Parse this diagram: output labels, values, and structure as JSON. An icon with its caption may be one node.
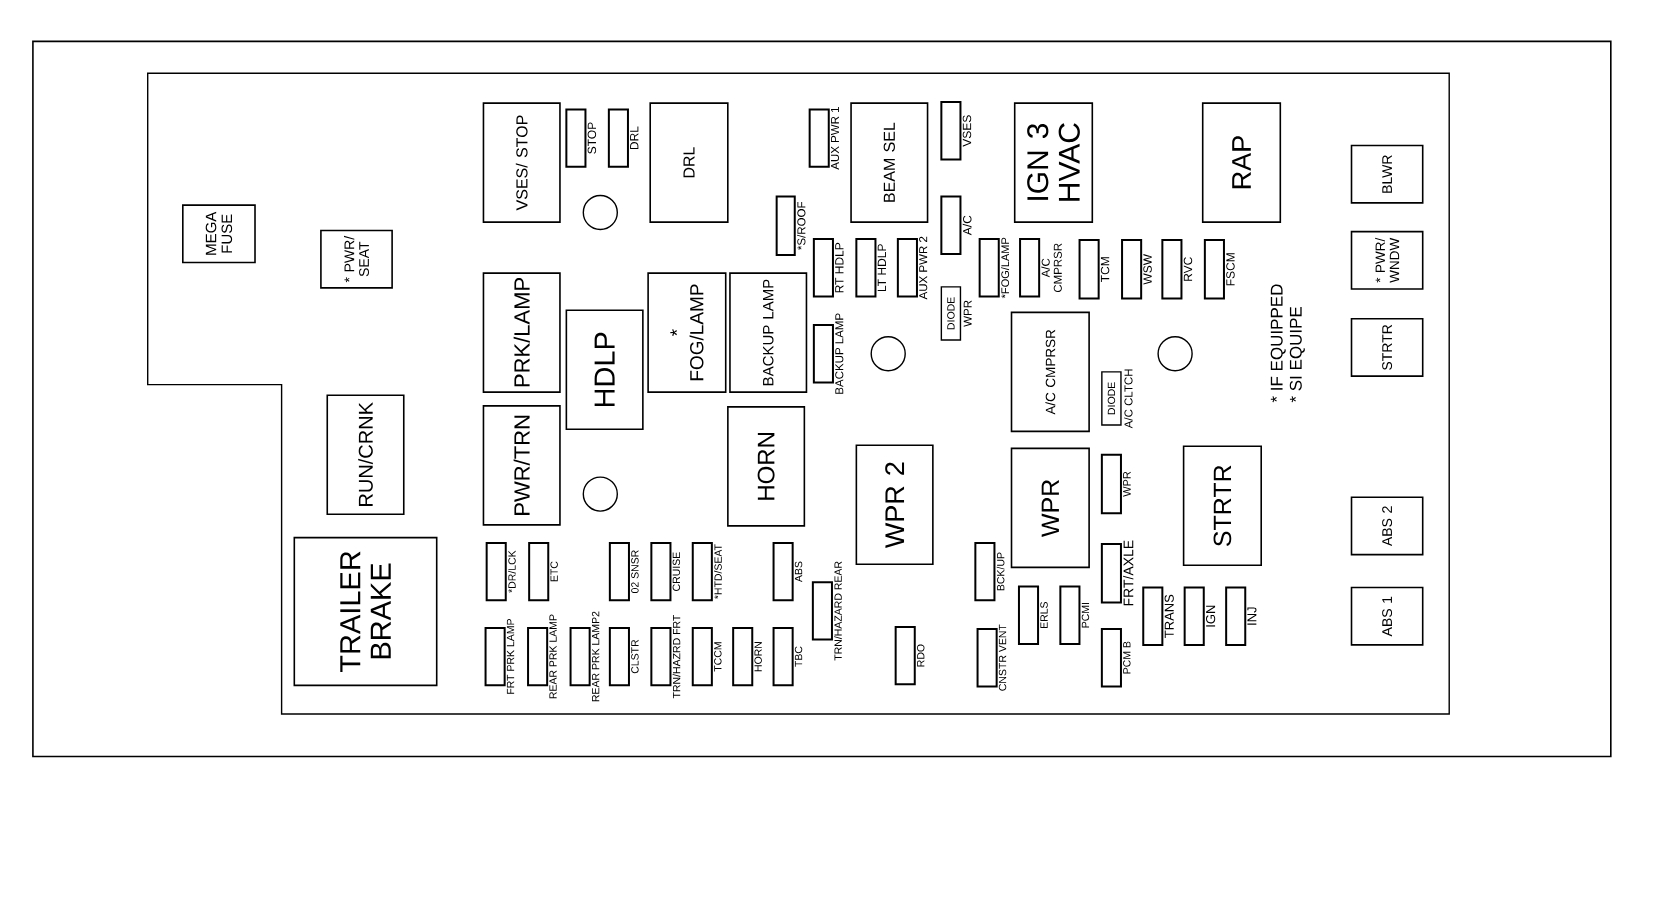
{
  "diagram": {
    "nodes": [
      {
        "text": [
          "MEGA FUSE"
        ]
      },
      {
        "text": [
          "* PWR/ SEAT"
        ]
      },
      {
        "text": [
          "VSES/ STOP"
        ]
      },
      {
        "text": [
          "STOP"
        ]
      },
      {
        "text": [
          "DRL"
        ]
      },
      {
        "text": [
          "DRL"
        ]
      },
      {
        "text": [
          "AUX PWR 1"
        ]
      },
      {
        "text": [
          "BEAM SEL"
        ]
      },
      {
        "text": [
          "VSES"
        ]
      },
      {
        "text": [
          "IGN 3 HVAC"
        ]
      },
      {
        "text": [
          "RAP"
        ]
      },
      {
        "text": [
          "BLWR"
        ]
      },
      {
        "text": [
          "*S/ROOF"
        ]
      },
      {
        "text": [
          "A/C"
        ]
      },
      {
        "text": [
          "* PWR/ WNDW"
        ]
      },
      {
        "text": [
          "RT HDLP"
        ]
      },
      {
        "text": [
          "LT HDLP"
        ]
      },
      {
        "text": [
          "AUX PWR 2"
        ]
      },
      {
        "text": [
          "*FOG/LAMP"
        ]
      },
      {
        "text": [
          "A/C CMPRSR"
        ]
      },
      {
        "text": [
          "TCM"
        ]
      },
      {
        "text": [
          "WSW"
        ]
      },
      {
        "text": [
          "RVC"
        ]
      },
      {
        "text": [
          "FSCM"
        ]
      },
      {
        "text": [
          "PRK/LAMP"
        ]
      },
      {
        "text": [
          "* FOG/LAMP"
        ]
      },
      {
        "text": [
          "BACKUP LAMP"
        ]
      },
      {
        "text": [
          "DIODE"
        ],
        "beside": [
          "WPR"
        ]
      },
      {
        "text": [
          "HDLP"
        ]
      },
      {
        "text": [
          "A/C CMPRSR"
        ]
      },
      {
        "text": [
          "STRTR"
        ]
      },
      {
        "text": [
          "BACKUP LAMP"
        ]
      },
      {
        "text": [
          "DIODE"
        ],
        "beside": [
          "A/C CLTCH"
        ]
      },
      {
        "text": [
          "RUN/CRNK"
        ]
      },
      {
        "text": [
          "PWR/TRN"
        ]
      },
      {
        "text": [
          "HORN"
        ]
      },
      {
        "text": [
          "WPR 2"
        ]
      },
      {
        "text": [
          "STRTR"
        ]
      },
      {
        "text": [
          "WPR"
        ]
      },
      {
        "text": [
          "WPR"
        ]
      },
      {
        "text": [
          "ABS 2"
        ]
      },
      {
        "text": [
          "TRAILER BRAKE"
        ]
      },
      {
        "text": [
          "*DR/LCK"
        ]
      },
      {
        "text": [
          "ETC"
        ]
      },
      {
        "text": [
          "02 SNSR"
        ]
      },
      {
        "text": [
          "CRUISE"
        ]
      },
      {
        "text": [
          "*HTD/SEAT"
        ]
      },
      {
        "text": [
          "ABS"
        ]
      },
      {
        "text": [
          "BCK/UP"
        ]
      },
      {
        "text": [
          "FRT/AXLE"
        ]
      },
      {
        "text": [
          "TRN/HAZARD REAR"
        ]
      },
      {
        "text": [
          "ERLS"
        ]
      },
      {
        "text": [
          "PCMI"
        ]
      },
      {
        "text": [
          "TRANS"
        ]
      },
      {
        "text": [
          "IGN"
        ]
      },
      {
        "text": [
          "INJ"
        ]
      },
      {
        "text": [
          "ABS 1"
        ]
      },
      {
        "text": [
          "FRT PRK LAMP"
        ]
      },
      {
        "text": [
          "REAR PRK LAMP"
        ]
      },
      {
        "text": [
          "REAR PRK LAMP2"
        ]
      },
      {
        "text": [
          "CLSTR"
        ]
      },
      {
        "text": [
          "TRN/HAZRD FRT"
        ]
      },
      {
        "text": [
          "TCCM"
        ]
      },
      {
        "text": [
          "HORN"
        ]
      },
      {
        "text": [
          "TBC"
        ]
      },
      {
        "text": [
          "RDO"
        ]
      },
      {
        "text": [
          "CNSTR VENT"
        ]
      },
      {
        "text": [
          "PCM B"
        ]
      }
    ],
    "labels": [
      "* IF EQUIPPED",
      "* SI EQUIPE"
    ]
  }
}
